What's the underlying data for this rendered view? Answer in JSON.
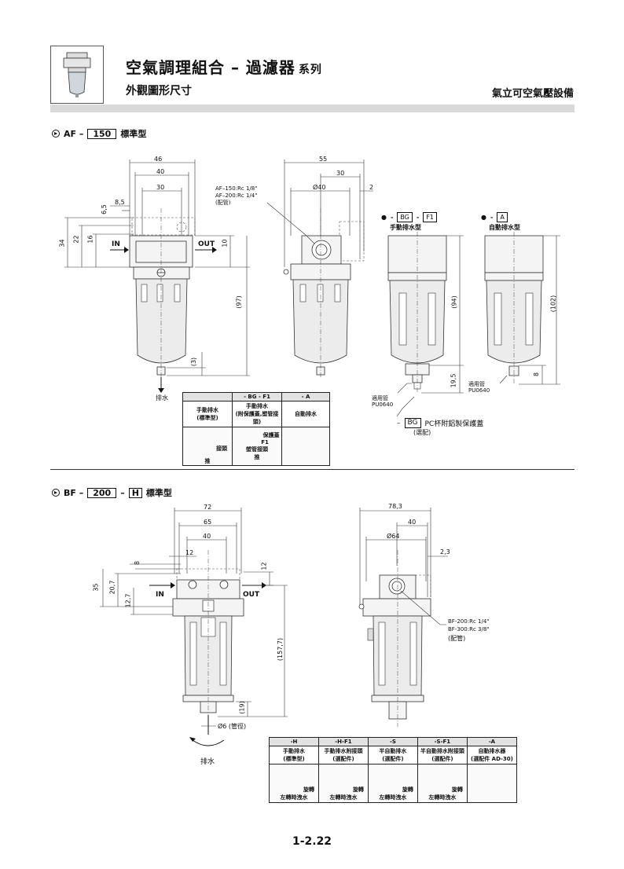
{
  "header": {
    "title": "空氣調理組合 – 過濾器",
    "title_suffix": "系列",
    "subtitle": "外觀圖形尺寸",
    "company": "氣立可空氣壓設備"
  },
  "section_af": {
    "prefix": "AF –",
    "code": "150",
    "label": "標準型",
    "dims_front": {
      "d46": "46",
      "d40": "40",
      "d30": "30",
      "d85": "8,5",
      "d65": "6,5",
      "d34": "34",
      "d22": "22",
      "d16": "16",
      "d10": "10",
      "d97": "(97)",
      "d3": "(3)"
    },
    "in_label": "IN",
    "out_label": "OUT",
    "drain_label": "排水",
    "port_note_1": "AF–150:Rc 1/8\"",
    "port_note_2": "AF–200:Rc 1/4\"",
    "port_note_3": "(配管)",
    "dims_side": {
      "d55": "55",
      "d30": "30",
      "d40": "Ø40",
      "d2": "2"
    },
    "variant_bg": {
      "bullet": "●",
      "dash": "-",
      "code1": "BG",
      "code2": "F1",
      "label": "手動排水型",
      "d94": "(94)",
      "d195": "19,5"
    },
    "variant_a": {
      "bullet": "●",
      "dash": "-",
      "code": "A",
      "label": "自動排水型",
      "d102": "(102)",
      "d8": "8"
    },
    "tube_note_1": "適用管",
    "tube_note_2": "PU0640",
    "bg_note_code": "BG",
    "bg_note_text": "PC杯附鋁製保護蓋",
    "bg_note_sub": "(選配)",
    "drain_table": {
      "headers": [
        "",
        "- BG - F1",
        "- A"
      ],
      "row1": [
        "手動排水\n(標準型)",
        "手動排水\n(附保護蓋,塑管接頭)",
        "自動排水"
      ],
      "callouts": {
        "c1": "接頭",
        "c2": "推",
        "c3": "保護蓋",
        "c4": "F1",
        "c5": "塑管接頭",
        "c6": "推"
      }
    }
  },
  "section_bf": {
    "prefix": "BF –",
    "code": "200",
    "dash": "–",
    "code2": "H",
    "label": "標準型",
    "dims_front": {
      "d72": "72",
      "d65": "65",
      "d40": "40",
      "d12a": "12",
      "d8": "8",
      "d35": "35",
      "d207": "20,7",
      "d127": "12,7",
      "d12b": "12",
      "d1577": "(157,7)",
      "d19": "(19)",
      "d6": "Ø6 (管徑)"
    },
    "in_label": "IN",
    "out_label": "OUT",
    "drain_label": "排水",
    "dims_side": {
      "d783": "78,3",
      "d40": "40",
      "d64": "Ø64",
      "d23": "2,3"
    },
    "port_note_1": "BF-200:Rc 1/4\"",
    "port_note_2": "BF-300:Rc 3/8\"",
    "port_note_3": "(配管)",
    "drain_table": {
      "headers": [
        "-H",
        "-H-F1",
        "-S",
        "-S-F1",
        "-A"
      ],
      "row1": [
        "手動排水\n(標準型)",
        "手動排水附接頭\n(選配件)",
        "半自動排水\n(選配件)",
        "半自動排水附接頭\n(選配件)",
        "自動排水器\n(選配件 AD-30)"
      ],
      "foot": [
        "左轉時洩水",
        "左轉時洩水",
        "左轉時洩水",
        "左轉時洩水"
      ],
      "side_label": "旋轉"
    }
  },
  "page_number": "1-2.22"
}
